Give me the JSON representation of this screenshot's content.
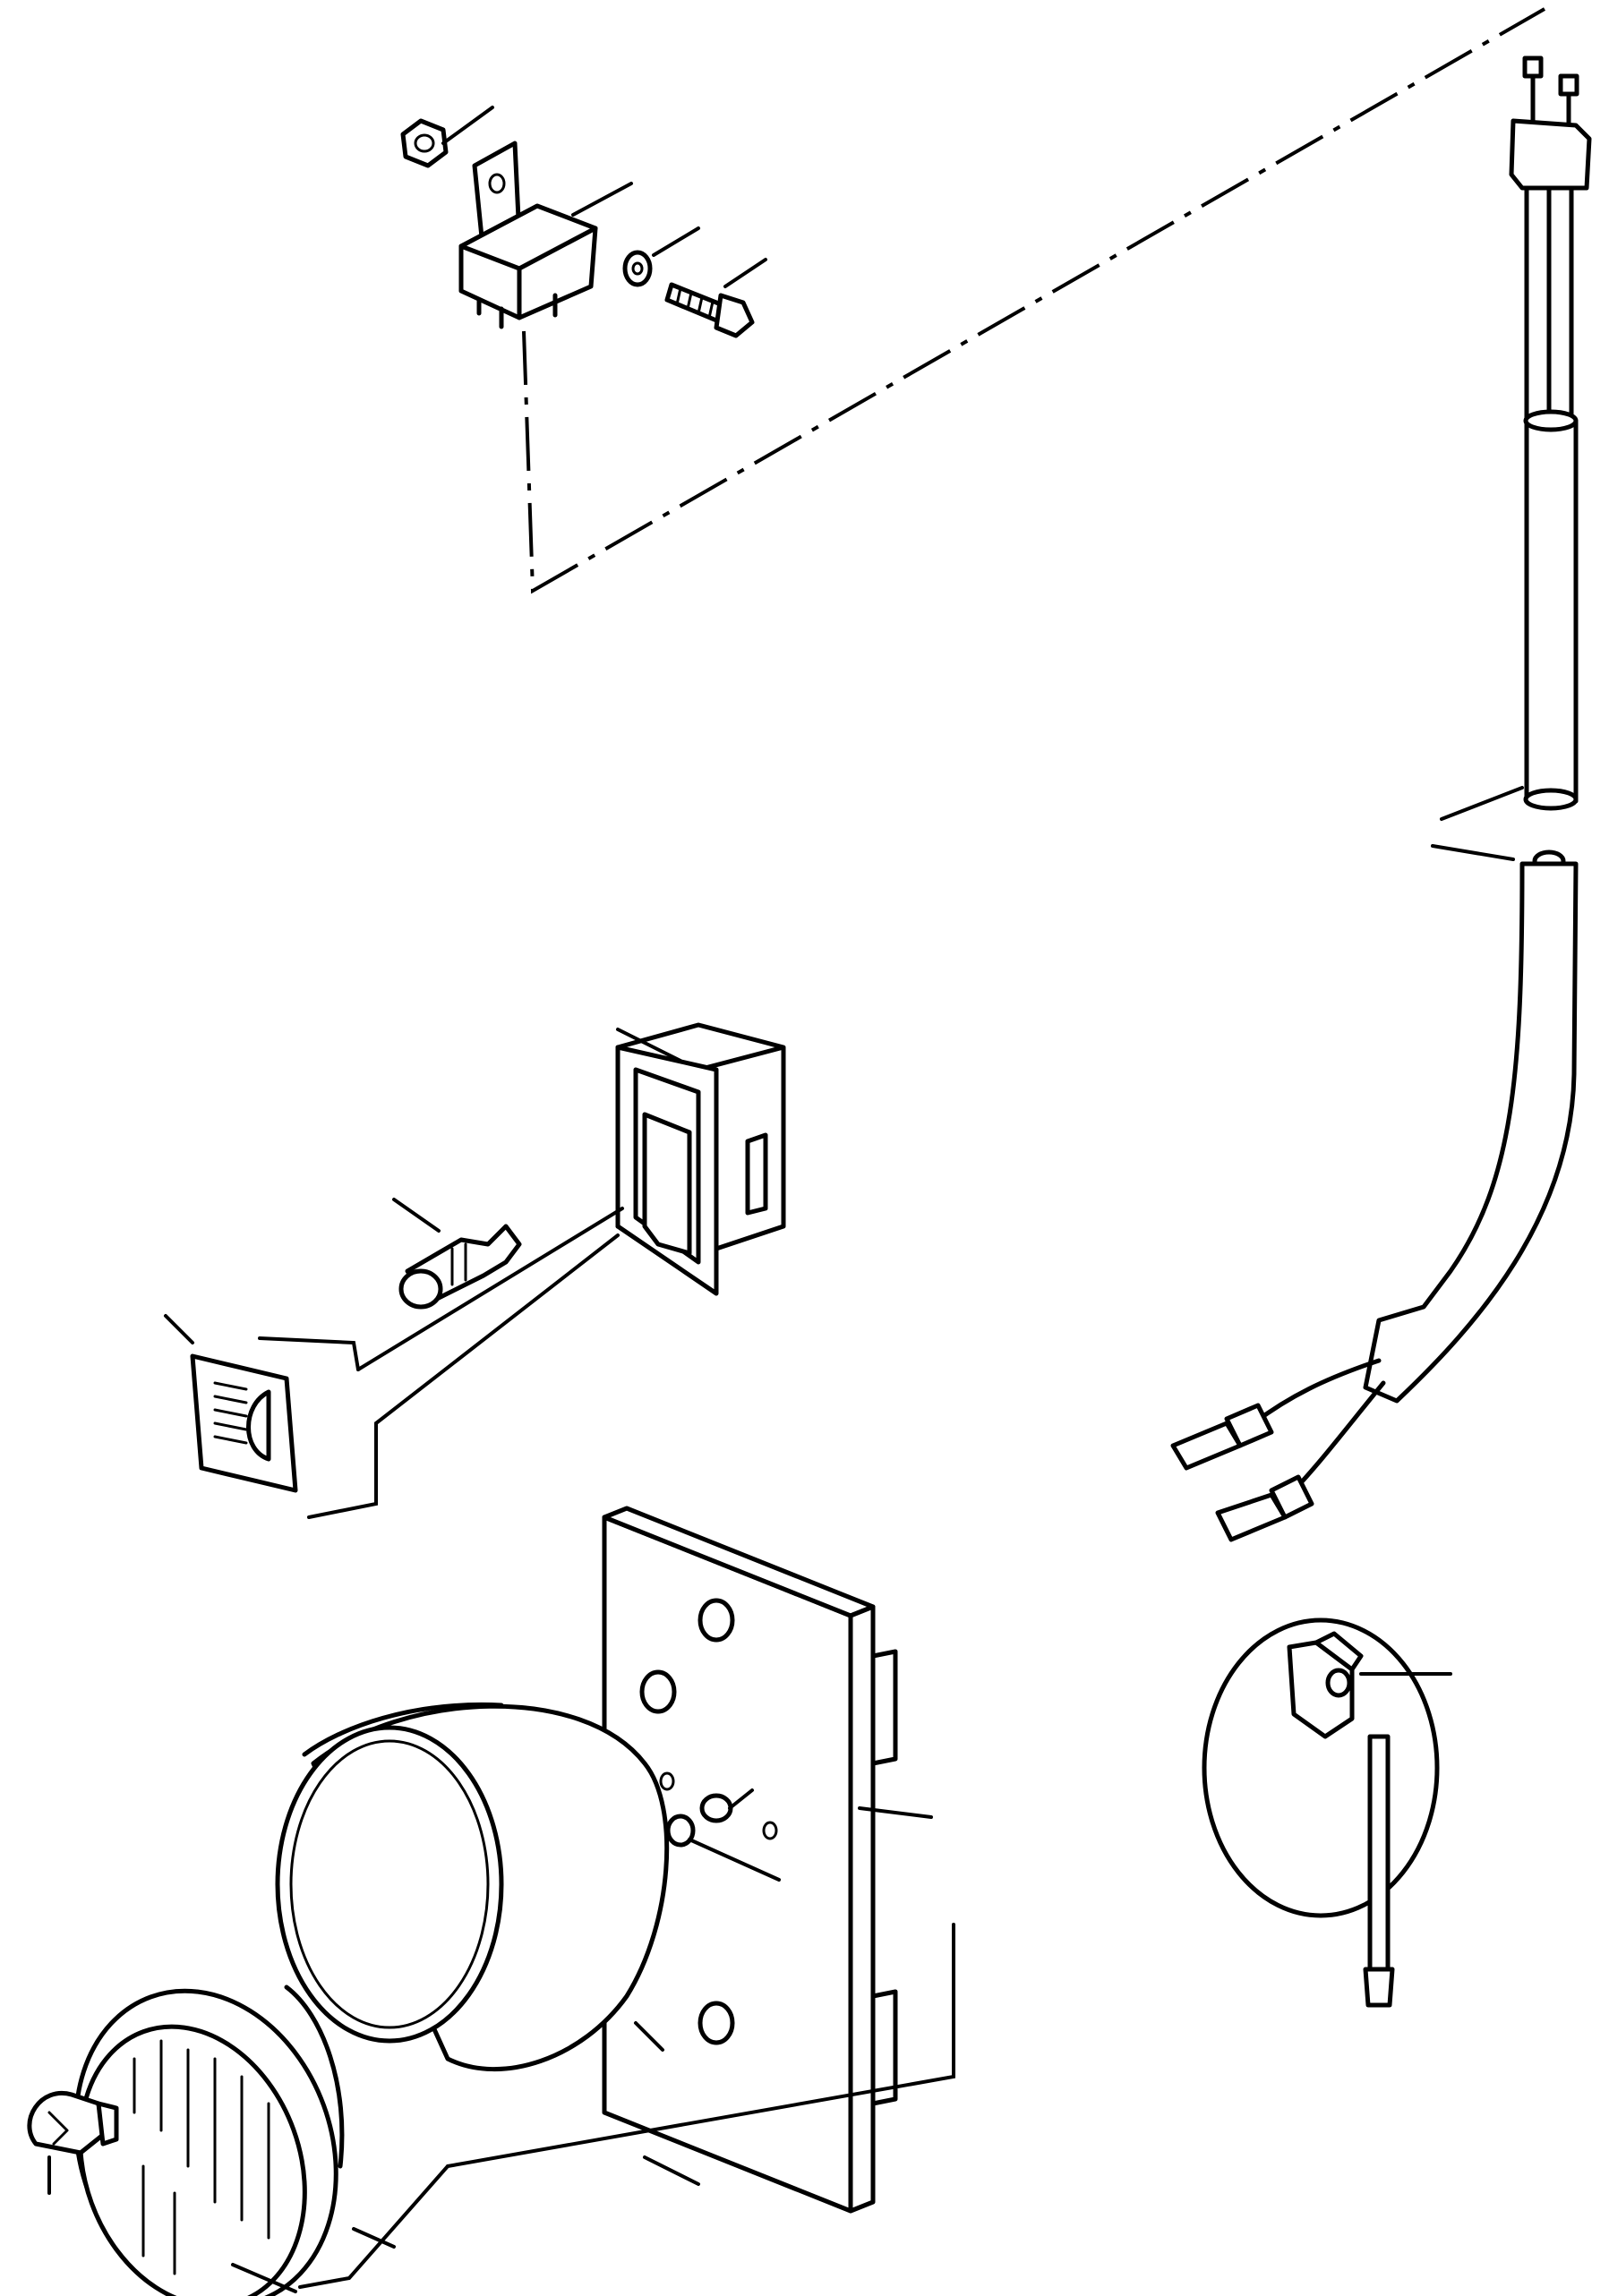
{
  "diagram": {
    "parts": [
      {
        "id": "flasher-relay",
        "name": "relay-icon"
      },
      {
        "id": "mounting-nut",
        "name": "nut-icon"
      },
      {
        "id": "lock-washer",
        "name": "washer-icon"
      },
      {
        "id": "mounting-screw",
        "name": "screw-icon"
      },
      {
        "id": "wiring-harness",
        "name": "harness-icon"
      },
      {
        "id": "rocker-switch",
        "name": "rocker-switch-icon"
      },
      {
        "id": "switch-bulb",
        "name": "bulb-icon"
      },
      {
        "id": "light-symbol-insert",
        "name": "light-symbol-icon"
      },
      {
        "id": "mounting-plate",
        "name": "mounting-plate-icon"
      },
      {
        "id": "lamp-housing",
        "name": "lamp-housing-icon"
      },
      {
        "id": "lamp-lens",
        "name": "lens-icon"
      },
      {
        "id": "lamp-bulb",
        "name": "lamp-bulb-icon"
      },
      {
        "id": "ring-cotter-pin",
        "name": "ring-pin-icon"
      }
    ],
    "colors": {
      "line": "#000000",
      "background": "#ffffff"
    }
  }
}
